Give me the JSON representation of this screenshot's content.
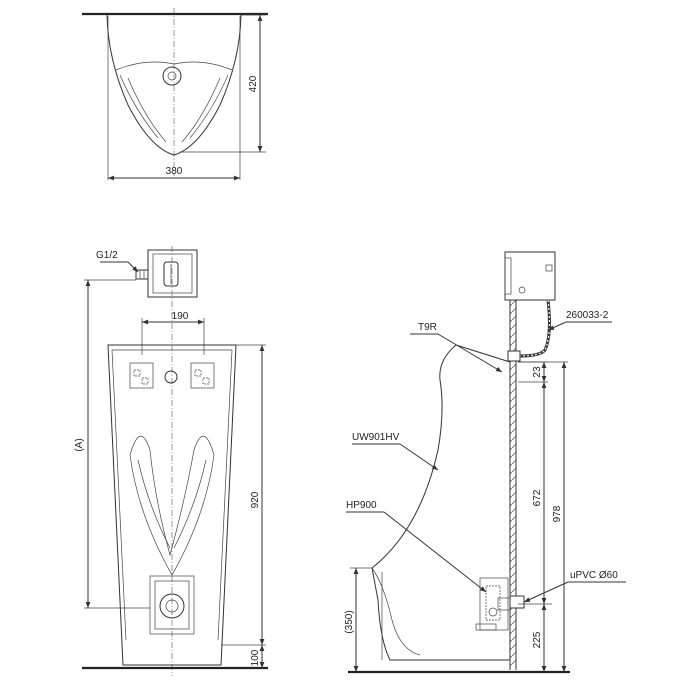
{
  "labels": {
    "top_height": "420",
    "top_width": "380",
    "inlet": "G1/2",
    "spacing": "190",
    "dim_a": "(A)",
    "height_920": "920",
    "height_100": "100",
    "flush_valve": "T9R",
    "hose": "260033-2",
    "urinal_model": "UW901HV",
    "trap_model": "HP900",
    "dim_23": "23",
    "dim_672": "672",
    "dim_978": "978",
    "drain_pipe": "uPVC Ø60",
    "dim_350": "(350)",
    "dim_225": "225"
  }
}
